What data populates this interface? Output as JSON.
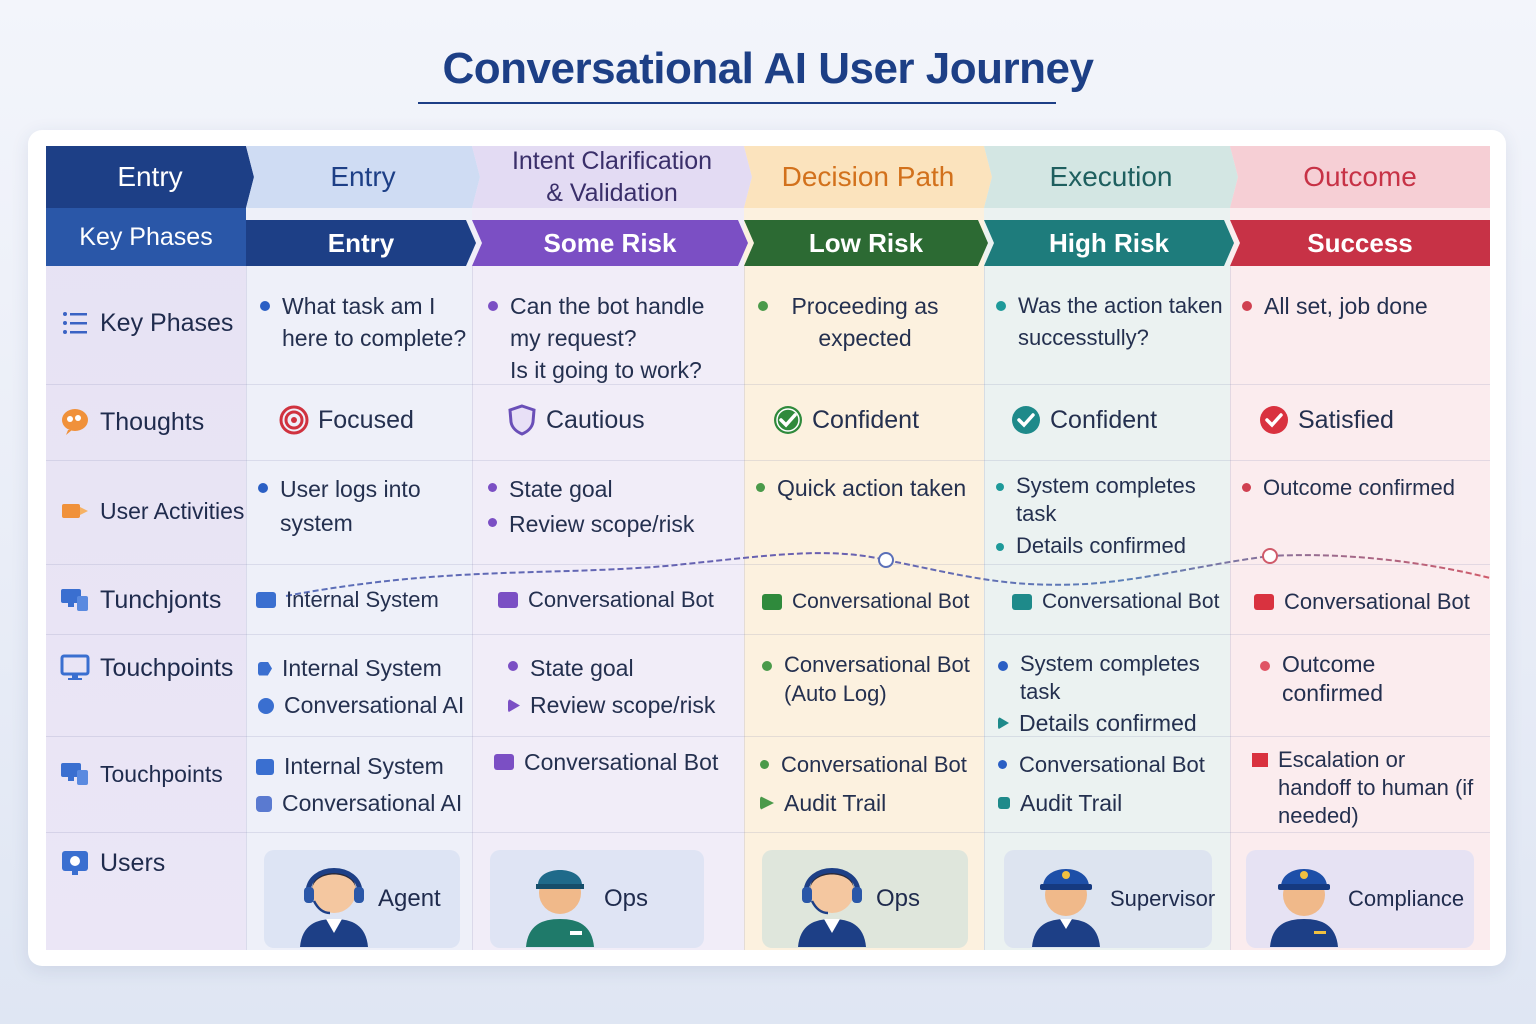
{
  "title": "Conversational AI User Journey",
  "colors": {
    "navy": "#1d3f86",
    "purple": "#7b4fc4",
    "green": "#2c7a3a",
    "teal": "#1e7c7c",
    "red": "#c73246"
  },
  "header_row1": {
    "label": "Entry",
    "stages": [
      "Entry",
      "Intent Clarification & Validation",
      "Decision Path",
      "Execution",
      "Outcome"
    ]
  },
  "header_row2": {
    "label": "Key Phases",
    "stages": [
      "Entry",
      "Some Risk",
      "Low Risk",
      "High Risk",
      "Success"
    ]
  },
  "rows": {
    "key_phases": {
      "label": "Key Phases",
      "cells": [
        [
          "What task am I here to complete?"
        ],
        [
          "Can the bot handle my request?",
          "Is it going to work?"
        ],
        [
          "Proceeding as expected"
        ],
        [
          "Was the action taken successtully?"
        ],
        [
          "All set, job done"
        ]
      ]
    },
    "thoughts": {
      "label": "Thoughts",
      "cells": [
        "Focused",
        "Cautious",
        "Confident",
        "Confident",
        "Satisfied"
      ],
      "icons": [
        "target-icon",
        "shield-icon",
        "check-circle-icon",
        "check-circle-icon",
        "check-circle-icon"
      ]
    },
    "user_activities": {
      "label": "User Activities",
      "cells": [
        [
          "User logs into system"
        ],
        [
          "State goal",
          "Review scope/risk"
        ],
        [
          "Quick action taken"
        ],
        [
          "System completes task",
          "Details confirmed"
        ],
        [
          "Outcome confirmed"
        ]
      ]
    },
    "tunchjonts": {
      "label": "Tunchjonts",
      "cells": [
        "Internal System",
        "Conversational Bot",
        "Conversational Bot",
        "Conversational Bot",
        "Conversational Bot"
      ]
    },
    "touchpoints_1": {
      "label": "Touchpoints",
      "cells": [
        [
          "Internal System",
          "Conversational AI"
        ],
        [
          "State goal",
          "Review scope/risk"
        ],
        [
          "Conversational Bot (Auto Log)"
        ],
        [
          "System completes task",
          "Details confirmed"
        ],
        [
          "Outcome confirmed"
        ]
      ]
    },
    "touchpoints_2": {
      "label": "Touchpoints",
      "cells": [
        [
          "Internal System",
          "Conversational AI"
        ],
        [
          "Conversational Bot"
        ],
        [
          "Conversational Bot",
          "Audit Trail"
        ],
        [
          "Conversational Bot",
          "Audit Trail"
        ],
        [
          "Escalation or handoff to human (if needed)"
        ]
      ]
    },
    "users": {
      "label": "Users",
      "cells": [
        "Agent",
        "Ops",
        "Ops",
        "Supervisor",
        "Compliance"
      ]
    }
  }
}
